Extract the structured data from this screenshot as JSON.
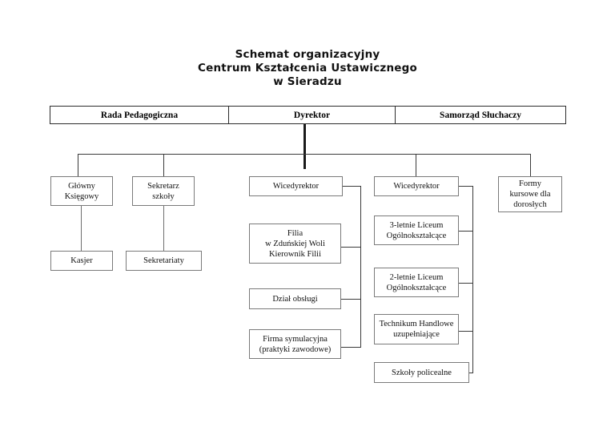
{
  "title": {
    "line1": "Schemat organizacyjny",
    "line2": "Centrum Kształcenia Ustawicznego",
    "line3": "w Sieradzu"
  },
  "header_row": {
    "cells": [
      {
        "label": "Rada Pedagogiczna"
      },
      {
        "label": "Dyrektor"
      },
      {
        "label": "Samorząd Słuchaczy"
      }
    ]
  },
  "nodes": {
    "glowny_ksiegowy": {
      "line1": "Główny",
      "line2": "Księgowy"
    },
    "kasjer": {
      "line1": "Kasjer"
    },
    "sekretarz_szkoly": {
      "line1": "Sekretarz",
      "line2": "szkoły"
    },
    "sekretariaty": {
      "line1": "Sekretariaty"
    },
    "wicedyrektor_srodek": {
      "line1": "Wicedyrektor"
    },
    "filia": {
      "line1": "Filia",
      "line2": "w Zduńskiej Woli",
      "line3": "Kierownik Filii"
    },
    "dzial_obslugi": {
      "line1": "Dział obsługi"
    },
    "firma_symulacyjna": {
      "line1": "Firma symulacyjna",
      "line2": "(praktyki zawodowe)"
    },
    "wicedyrektor_prawy": {
      "line1": "Wicedyrektor"
    },
    "liceum_3letnie": {
      "line1": "3-letnie Liceum",
      "line2": "Ogólnokształcące"
    },
    "liceum_2letnie": {
      "line1": "2-letnie Liceum",
      "line2": "Ogólnokształcące"
    },
    "technikum_handlowe": {
      "line1": "Technikum Handlowe",
      "line2": "uzupełniające"
    },
    "szkoly_policealne": {
      "line1": "Szkoły policealne"
    },
    "formy_kursowe": {
      "line1": "Formy",
      "line2": "kursowe dla",
      "line3": "dorosłych"
    }
  },
  "colors": {
    "page_background": "#ffffff",
    "box_border": "#7a7a7a",
    "header_border": "#2b2b2b",
    "connector": "#6f6f6f",
    "connector_dark": "#3a3a3a",
    "text": "#111111",
    "trunk": "#1a1a1a"
  }
}
